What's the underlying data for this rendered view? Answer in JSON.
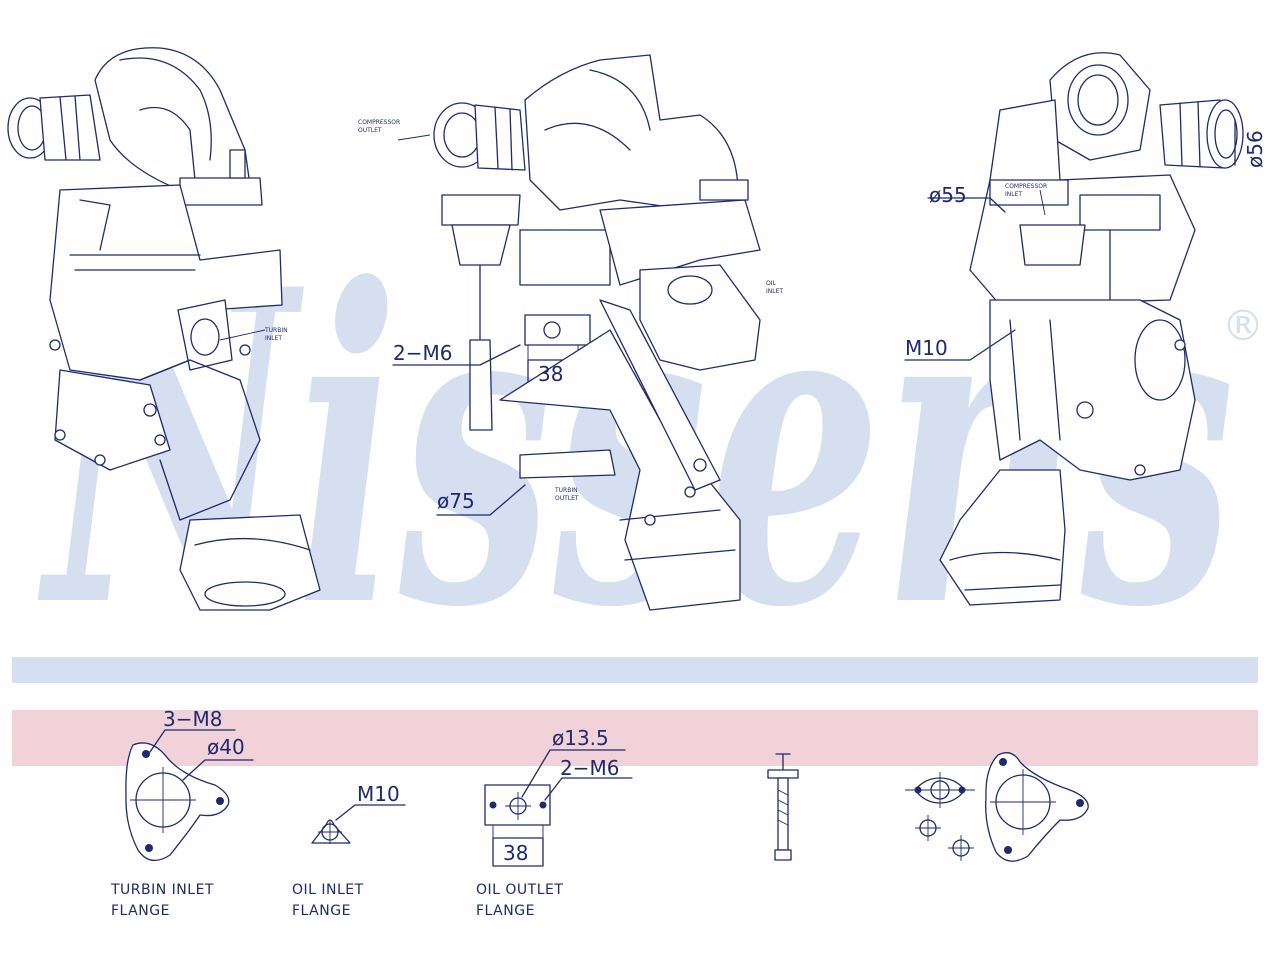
{
  "colors": {
    "line": "#1f2a6e",
    "watermark": "#d5dff0",
    "blue_band": "#d5dff0",
    "pink_band": "#f2d2d9",
    "background": "#ffffff"
  },
  "watermark": {
    "text": "Nissens",
    "registered": "®"
  },
  "views": {
    "left": {
      "name": "turbo-left-view"
    },
    "middle": {
      "labels": {
        "thread": "2−M6",
        "width": "38",
        "diameter": "ø75"
      }
    },
    "right": {
      "labels": {
        "inlet": "ø55",
        "outlet": "ø56",
        "thread": "M10"
      }
    }
  },
  "details": {
    "turbine_inlet": {
      "caption_line1": "TURBIN INLET",
      "caption_line2": "FLANGE",
      "thread": "3−M8",
      "diameter": "ø40"
    },
    "oil_inlet": {
      "caption_line1": "OIL INLET",
      "caption_line2": "FLANGE",
      "thread": "M10"
    },
    "oil_outlet": {
      "caption_line1": "OIL OUTLET",
      "caption_line2": "FLANGE",
      "diameter": "ø13.5",
      "thread": "2−M6",
      "width": "38"
    }
  }
}
